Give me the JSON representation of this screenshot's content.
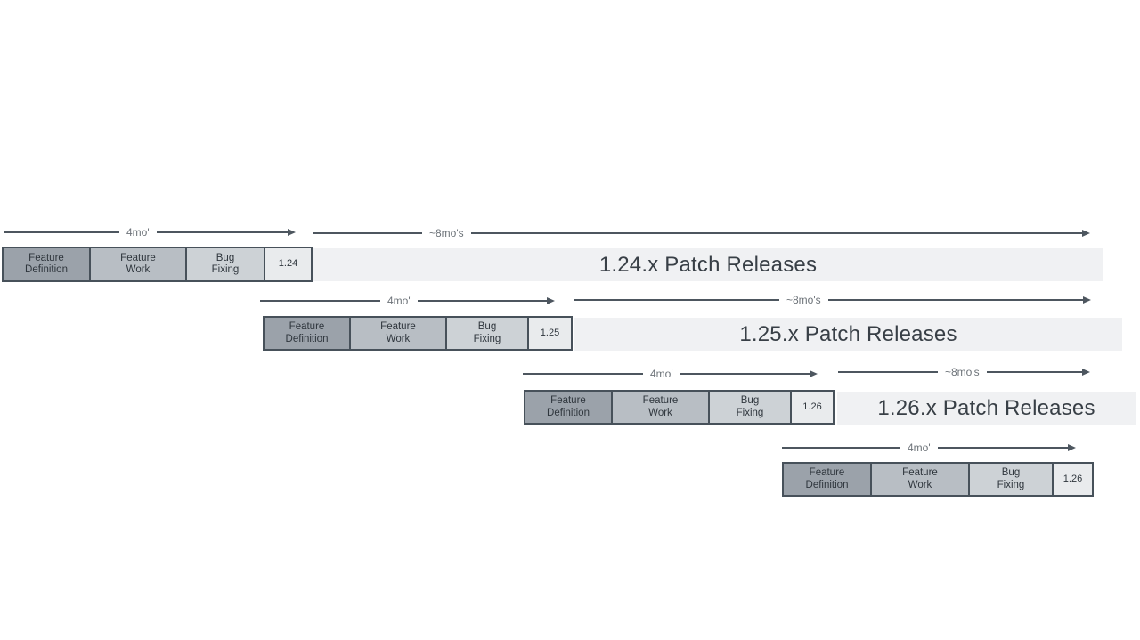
{
  "diagram": {
    "labels": {
      "feature_definition": "Feature\nDefinition",
      "feature_work": "Feature\nWork",
      "bug_fixing": "Bug\nFixing",
      "four_months": "4mo'",
      "eight_months": "~8mo's"
    },
    "rows": [
      {
        "version": "1.24",
        "patch_label": "1.24.x Patch Releases"
      },
      {
        "version": "1.25",
        "patch_label": "1.25.x Patch Releases"
      },
      {
        "version": "1.26",
        "patch_label": "1.26.x Patch Releases"
      },
      {
        "version": "1.26",
        "patch_label": null
      }
    ]
  },
  "colors": {
    "feature_definition_fill": "#9ba2aa",
    "feature_work_fill": "#b8bec4",
    "bug_fixing_fill": "#cdd2d6",
    "version_fill": "#e9ebed",
    "patch_bar_fill": "#f0f1f3",
    "box_border": "#47515a",
    "box_text": "#2f363d",
    "arrow": "#4d565f",
    "duration_text": "#6d7379",
    "patch_text": "#383f46"
  }
}
